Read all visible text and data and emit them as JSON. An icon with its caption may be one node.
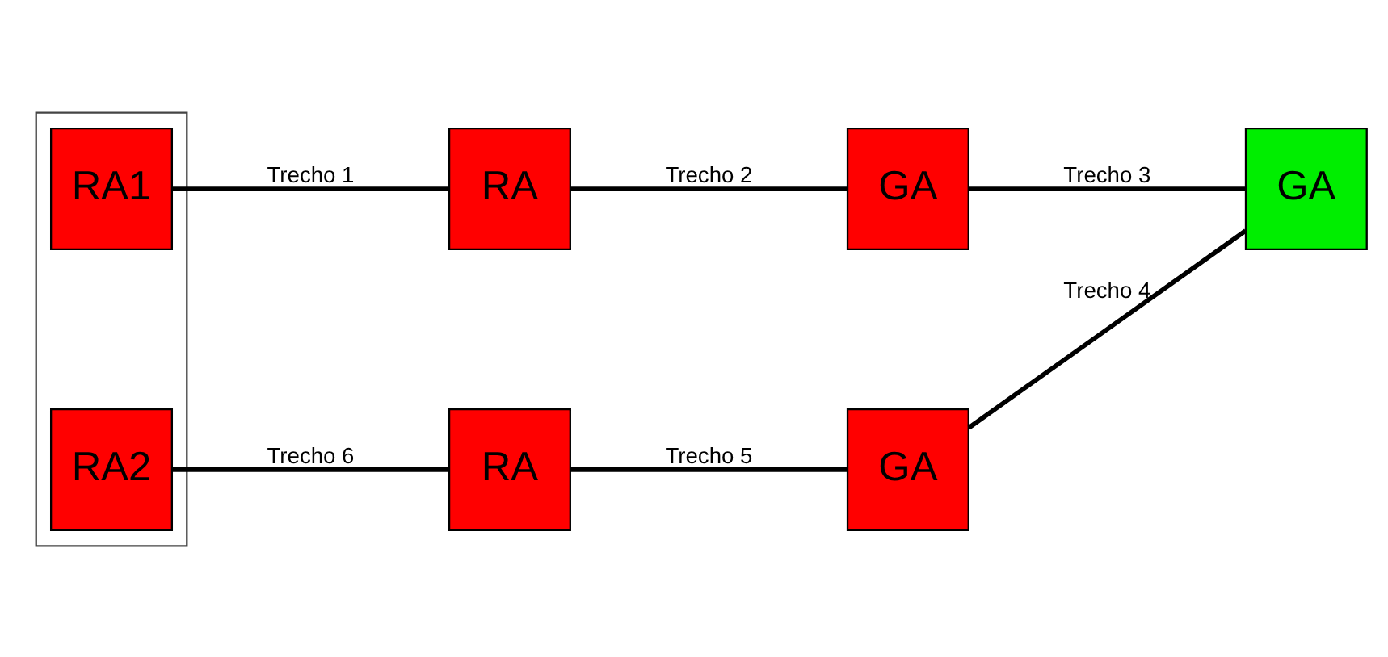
{
  "diagram": {
    "nodes": [
      {
        "text": [],
        "shape": "box"
      },
      {
        "text": [
          "RA1"
        ],
        "in": 0
      },
      {
        "text": [
          "RA"
        ]
      },
      {
        "text": [
          "GA"
        ]
      },
      {
        "text": [
          "GA"
        ]
      },
      {
        "text": [
          "GA"
        ]
      },
      {
        "text": [
          "RA"
        ]
      },
      {
        "text": [
          "RA2"
        ],
        "in": 0
      }
    ],
    "edges": [
      {
        "from": 1,
        "to": 2,
        "arrow": "none",
        "label": "Trecho 1"
      },
      {
        "from": 2,
        "to": 3,
        "arrow": "none",
        "label": "Trecho 2"
      },
      {
        "from": 3,
        "to": 4,
        "arrow": "none",
        "label": "Trecho 3"
      },
      {
        "from": 4,
        "to": 5,
        "arrow": "none",
        "label": "Trecho 4"
      },
      {
        "from": 5,
        "to": 6,
        "arrow": "none",
        "label": "Trecho 5"
      },
      {
        "from": 6,
        "to": 7,
        "arrow": "none",
        "label": "Trecho 6"
      }
    ]
  }
}
